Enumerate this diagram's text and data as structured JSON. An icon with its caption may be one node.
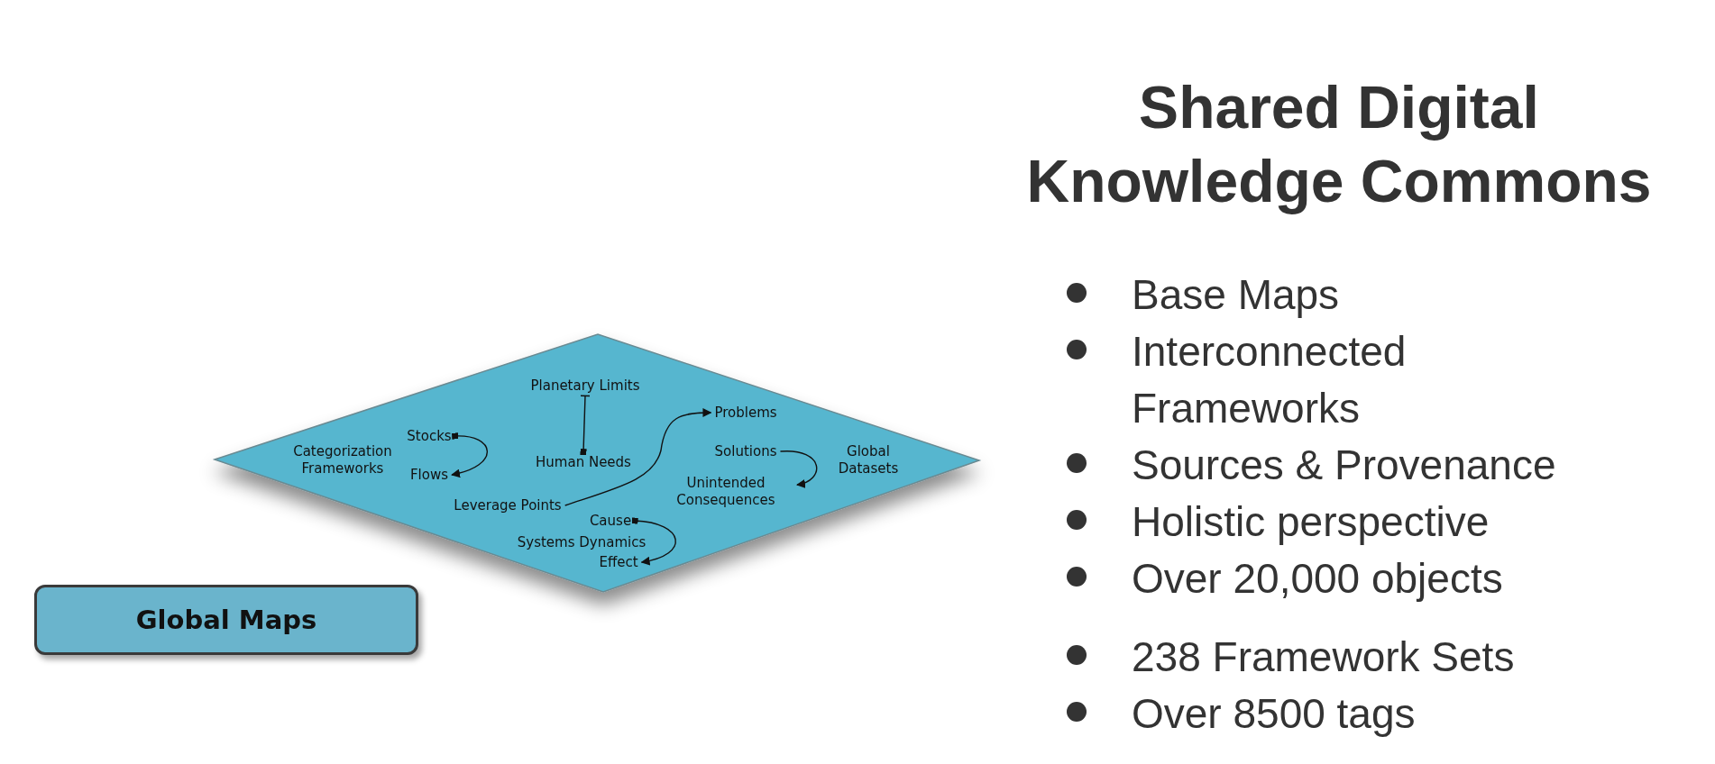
{
  "diagram": {
    "title": "Shared Digital Knowledge Commons",
    "nodes": [
      {
        "text": [],
        "shape": "diamond"
      },
      {
        "text": [
          "Planetary Limits"
        ],
        "in": 0
      },
      {
        "text": [
          "Problems"
        ],
        "in": 0
      },
      {
        "text": [
          "Stocks"
        ],
        "in": 0
      },
      {
        "text": [
          "Human Needs"
        ],
        "in": 0
      },
      {
        "text": [
          "Solutions"
        ],
        "in": 0
      },
      {
        "text": [
          "Flows"
        ],
        "in": 0
      },
      {
        "text": [
          "Unintended Consequences"
        ],
        "in": 0
      },
      {
        "text": [
          "Leverage Points"
        ],
        "in": 0
      },
      {
        "text": [
          "Cause"
        ],
        "in": 0
      },
      {
        "text": [
          "Effect"
        ],
        "in": 0
      },
      {
        "text": [
          "Global Maps"
        ]
      }
    ],
    "edges": [
      {
        "from": 3,
        "to": 6,
        "arrow": "to"
      },
      {
        "from": 1,
        "to": 4,
        "arrow": "other"
      },
      {
        "from": 8,
        "to": 2,
        "arrow": "to"
      },
      {
        "from": 5,
        "to": 7,
        "arrow": "to"
      },
      {
        "from": 9,
        "to": 10,
        "arrow": "to"
      }
    ],
    "labels": [
      "Categorization Frameworks",
      "Global Datasets",
      "Systems Dynamics",
      "Base Maps",
      "Interconnected Frameworks",
      "Sources & Provenance",
      "Holistic perspective",
      "Over 20,000 objects",
      "238 Framework Sets",
      "Over 8500 tags"
    ]
  }
}
